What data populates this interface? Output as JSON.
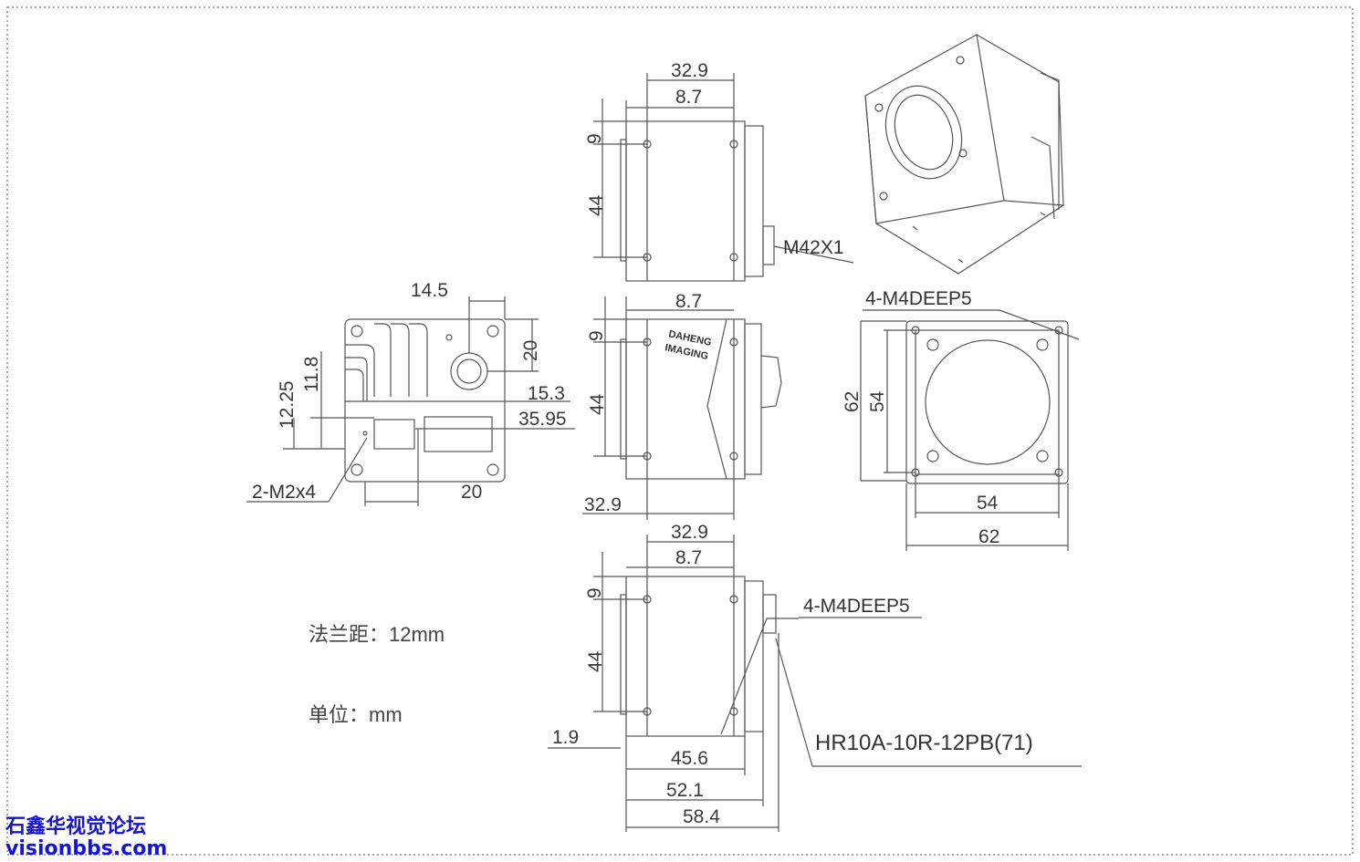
{
  "watermark": {
    "line1": "石鑫华视觉论坛",
    "line2": "visionbbs.com"
  },
  "colors": {
    "line": "#555555",
    "dim": "#3a3a3a",
    "watermark": "#1414d8",
    "border": "#888888"
  },
  "notes": {
    "flange_distance": "法兰距：12mm",
    "unit": "单位：mm"
  },
  "labels": {
    "lens_mount": "M42X1",
    "mount_holes_front": "4-M4DEEP5",
    "mount_holes_side": "4-M4DEEP5",
    "connector": "HR10A-10R-12PB(71)",
    "rear_holes": "2-M2x4",
    "logo_line1": "DAHENG",
    "logo_line2": "IMAGING"
  },
  "dims": {
    "top_view": {
      "width": "32.9",
      "offset": "8.7",
      "top": "9",
      "height": "44"
    },
    "mid_view": {
      "offset": "8.7",
      "top": "9",
      "height": "44",
      "bottom_width": "32.9"
    },
    "bottom_view": {
      "width": "32.9",
      "offset": "8.7",
      "top": "9",
      "height": "44",
      "lip": "1.9",
      "d1": "45.6",
      "d2": "52.1",
      "d3": "58.4"
    },
    "rear_view": {
      "d14_5": "14.5",
      "d20v": "20",
      "d11_8": "11.8",
      "d12_25": "12.25",
      "d15_3": "15.3",
      "d35_95": "35.95",
      "d20h": "20"
    },
    "front_view": {
      "h62": "62",
      "h54": "54",
      "w54": "54",
      "w62": "62"
    }
  }
}
